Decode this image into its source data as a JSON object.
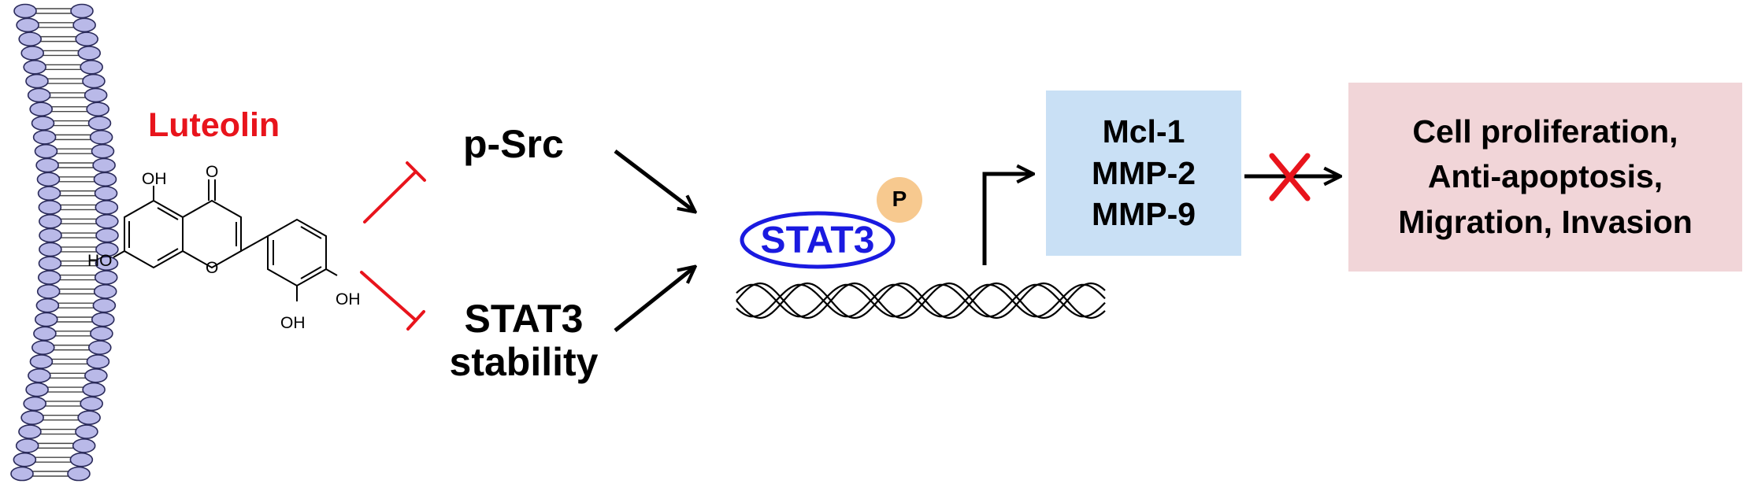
{
  "drug": {
    "name": "Luteolin"
  },
  "molecule": {
    "hydroxyl_label": "OH",
    "ho_label": "HO",
    "carbonyl_label": "O",
    "ring_oxygen_label": "O"
  },
  "targets": {
    "psrc": "p-Src",
    "stat3_line1": "STAT3",
    "stat3_line2": "stability"
  },
  "stat3_node": {
    "label": "STAT3",
    "phospho_label": "P"
  },
  "genes": {
    "lines": [
      "Mcl-1",
      "MMP-2",
      "MMP-9"
    ]
  },
  "outcomes": {
    "lines": [
      "Cell proliferation,",
      "Anti-apoptosis,",
      "Migration, Invasion"
    ]
  },
  "colors": {
    "drug_red": "#e8141c",
    "stat3_blue": "#1a1ae0",
    "phospho_fill": "#f7c98f",
    "genes_fill": "#c9e0f5",
    "outcomes_fill": "#f1d5d8",
    "membrane_head_fill": "#b9b9e8",
    "membrane_head_stroke": "#2a2a5a",
    "block_x": "#e8141c"
  }
}
